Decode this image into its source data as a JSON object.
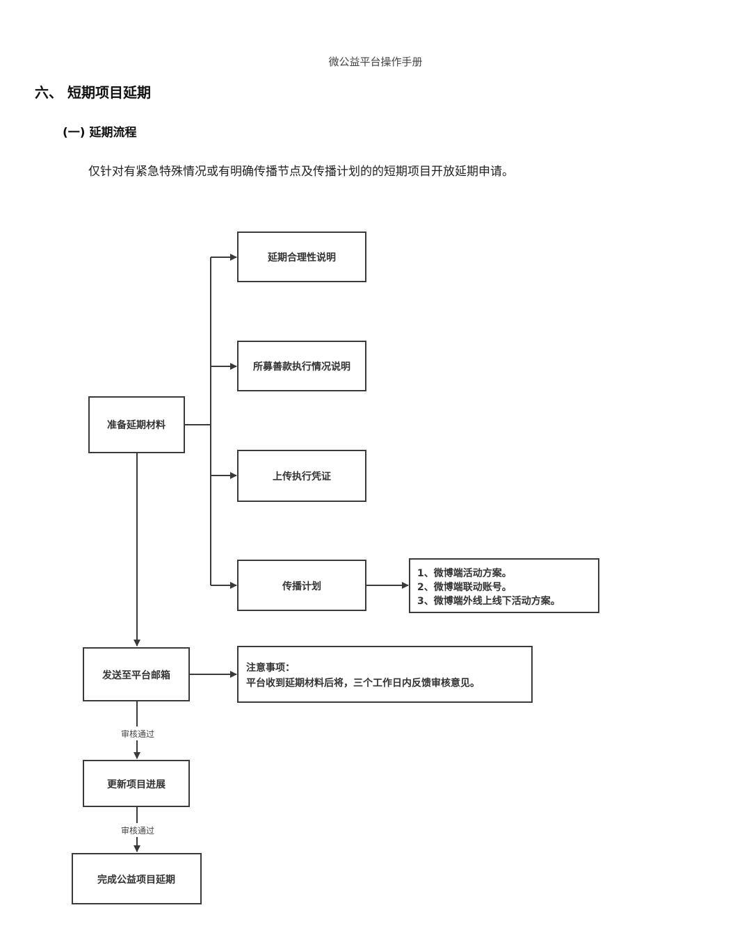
{
  "header": {
    "title": "微公益平台操作手册"
  },
  "section": {
    "heading": "六、 短期项目延期",
    "subheading": "(一) 延期流程",
    "paragraph": "仅针对有紧急特殊情况或有明确传播节点及传播计划的的短期项目开放延期申请。"
  },
  "flowchart": {
    "nodes": {
      "prepare": "准备延期材料",
      "reason": "延期合理性说明",
      "funds": "所募善款执行情况说明",
      "voucher": "上传执行凭证",
      "plan": "传播计划",
      "plan_items": [
        "1、微博端活动方案。",
        "2、微博端联动账号。",
        "3、微博端外线上线下活动方案。"
      ],
      "send": "发送至平台邮箱",
      "note_title": "注意事项：",
      "note_text": "平台收到延期材料后将，三个工作日内反馈审核意见。",
      "update": "更新项目进展",
      "complete": "完成公益项目延期"
    },
    "edge_labels": {
      "review1": "审核通过",
      "review2": "审核通过"
    }
  }
}
